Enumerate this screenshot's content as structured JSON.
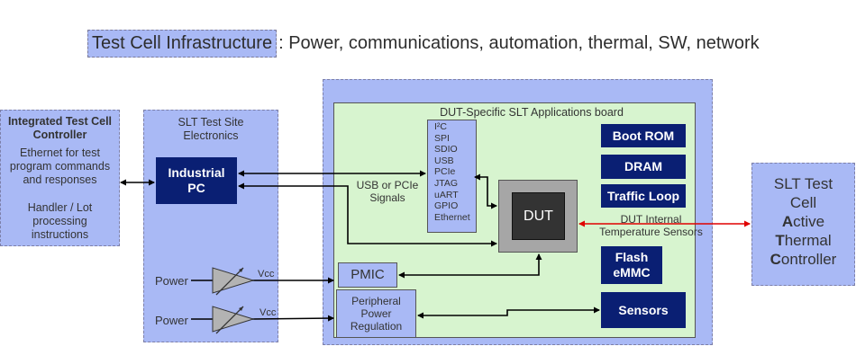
{
  "header": {
    "highlight": "Test Cell Infrastructure",
    "rest": ": Power, communications, automation, thermal, SW, network"
  },
  "controller": {
    "title_line1": "Integrated Test Cell",
    "title_line2": "Controller",
    "desc1_line1": "Ethernet for test",
    "desc1_line2": "program commands",
    "desc1_line3": "and responses",
    "desc2_line1": "Handler / Lot",
    "desc2_line2": "processing",
    "desc2_line3": "instructions"
  },
  "site": {
    "title_line1": "SLT  Test Site",
    "title_line2": "Electronics",
    "industrial_pc_line1": "Industrial",
    "industrial_pc_line2": "PC",
    "power1": "Power",
    "power2": "Power",
    "vcc1": "Vcc",
    "vcc2": "Vcc"
  },
  "board": {
    "title": "DUT-Specific SLT Applications board",
    "signals": [
      "I²C",
      "SPI",
      "SDIO",
      "USB",
      "PCIe",
      "JTAG",
      "uART",
      "GPIO",
      "Ethernet"
    ],
    "usb_label_line1": "USB or PCIe",
    "usb_label_line2": "Signals",
    "dut": "DUT",
    "pmic": "PMIC",
    "peripheral_line1": "Peripheral",
    "peripheral_line2": "Power",
    "peripheral_line3": "Regulation",
    "boot_rom": "Boot ROM",
    "dram": "DRAM",
    "traffic_loop": "Traffic Loop",
    "flash_line1": "Flash",
    "flash_line2": "eMMC",
    "sensors": "Sensors",
    "temp_line1": "DUT Internal",
    "temp_line2": "Temperature Sensors"
  },
  "thermal": {
    "line1": "SLT Test",
    "line2": "Cell",
    "line3_bold": "A",
    "line3_rest": "ctive",
    "line4_bold": "T",
    "line4_rest": "hermal",
    "line5_bold": "C",
    "line5_rest": "ontroller"
  },
  "colors": {
    "panel_blue": "#a9b9f5",
    "navy": "#0a1f73",
    "board_green": "#d7f4cf",
    "dut_gray": "#a6a6a6",
    "thermal_link": "#e00000"
  }
}
